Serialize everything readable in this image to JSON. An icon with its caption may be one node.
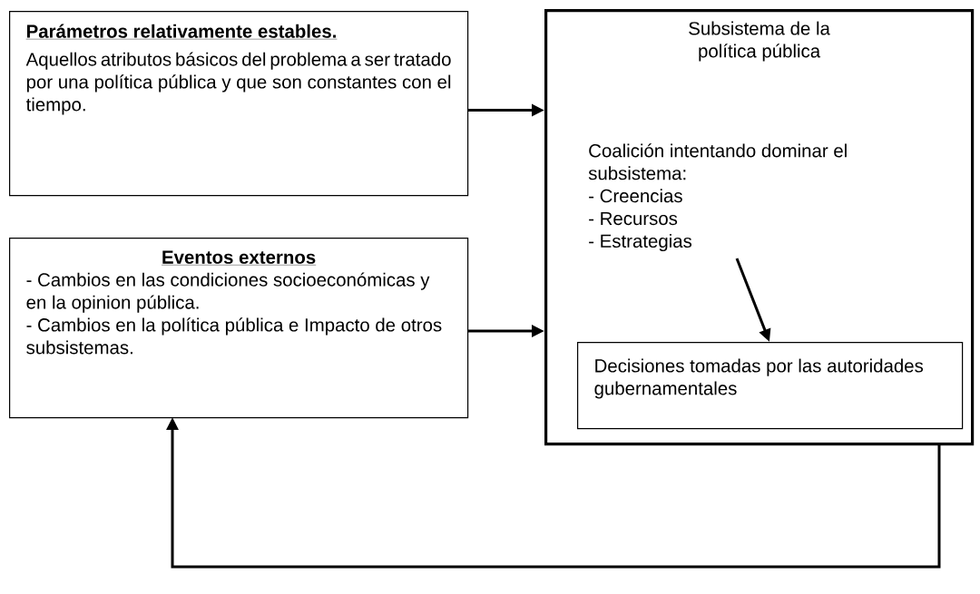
{
  "diagram": {
    "nodes": [
      {
        "text": [
          "Parámetros relativamente estables.",
          "Aquellos atributos básicos del problema a ser tratado por una política pública y que son constantes con el tiempo."
        ]
      },
      {
        "text": [
          "Eventos externos",
          "- Cambios en las condiciones socioeconómicas y en la opinion pública.",
          "- Cambios en la política pública e Impacto de otros subsistemas."
        ]
      },
      {
        "text": [
          "Subsistema de la política pública"
        ]
      },
      {
        "text": [
          "Coalición intentando dominar el subsistema:",
          "- Creencias",
          "- Recursos",
          "- Estrategias"
        ],
        "in": 2
      },
      {
        "text": [
          "Decisiones tomadas por las autoridades gubernamentales"
        ],
        "in": 2
      }
    ],
    "edges": [
      {
        "from": 0,
        "to": 2,
        "arrow": "to"
      },
      {
        "from": 1,
        "to": 2,
        "arrow": "to"
      },
      {
        "from": 3,
        "to": 4,
        "arrow": "to"
      },
      {
        "from": 2,
        "to": 1,
        "arrow": "to"
      }
    ]
  }
}
